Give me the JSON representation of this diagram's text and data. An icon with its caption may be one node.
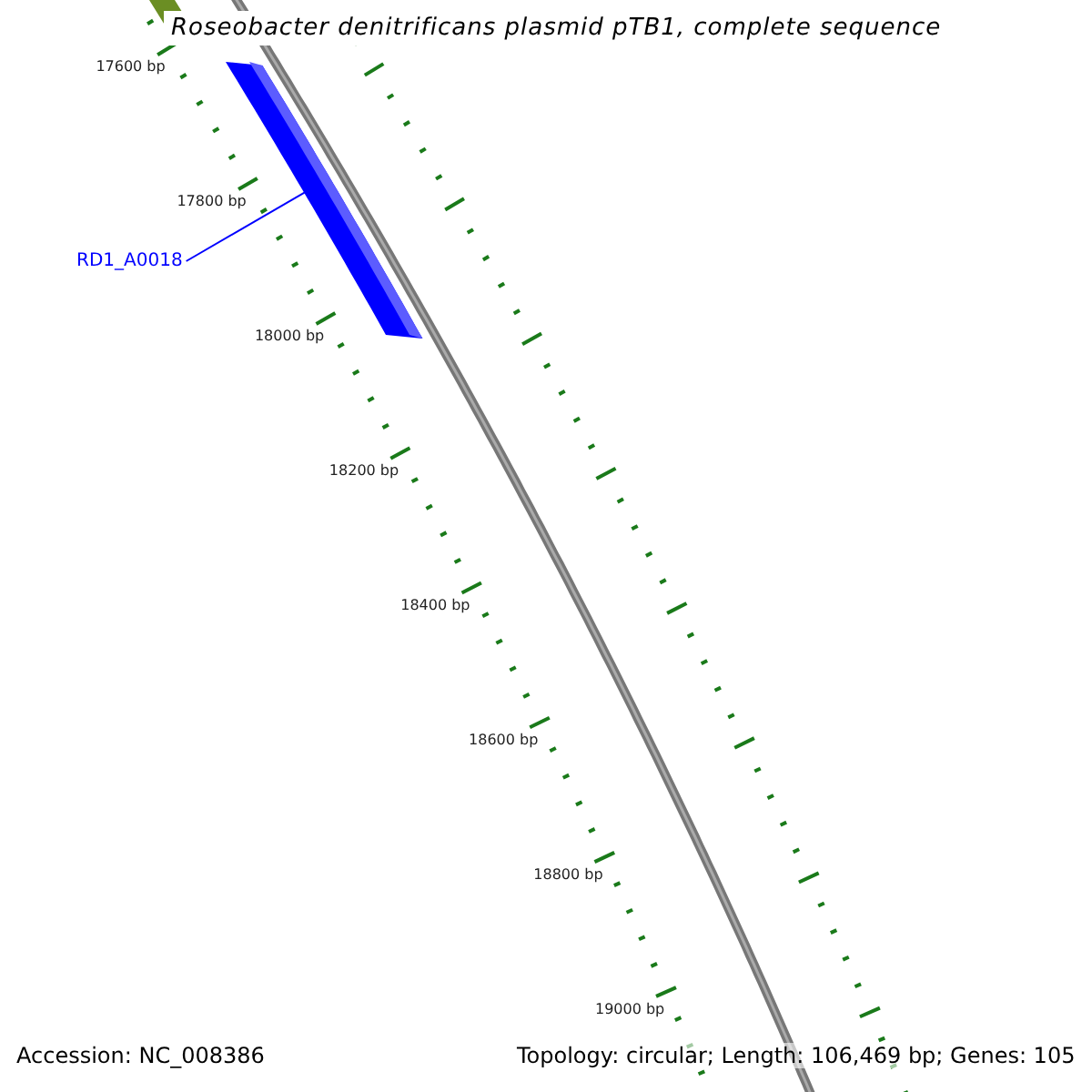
{
  "diagram": {
    "title": "Roseobacter denitrificans plasmid pTB1, complete sequence",
    "nodes": [
      {
        "text": [
          "RD1_A0018"
        ]
      },
      {
        "text": [],
        "shape": "bar"
      }
    ],
    "edges": [
      {
        "from": 0,
        "to": 1,
        "arrow": "none"
      }
    ],
    "labels": [
      "17600 bp",
      "17800 bp",
      "18000 bp",
      "18200 bp",
      "18400 bp",
      "18600 bp",
      "18800 bp",
      "19000 bp",
      "Accession: NC_008386",
      "Topology: circular; Length: 106,469 bp; Genes: 105"
    ]
  }
}
